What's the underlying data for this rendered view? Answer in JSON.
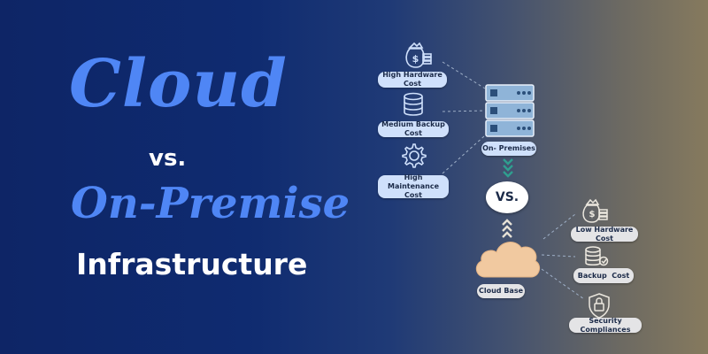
{
  "headline": {
    "cloud": "Cloud",
    "vs": "vs.",
    "on_premise": "On-Premise",
    "infrastructure": "Infrastructure"
  },
  "diagram": {
    "vs_bubble": "VS.",
    "on_premises": {
      "label": "On- Premises",
      "items": [
        {
          "label": "High Hardware Cost",
          "icon": "money-bag-icon"
        },
        {
          "label": "Medium Backup Cost",
          "icon": "database-icon"
        },
        {
          "label": "High Maintenance\nCost",
          "icon": "gear-icon"
        }
      ]
    },
    "cloud": {
      "label": "Cloud Base",
      "items": [
        {
          "label": "Low Hardware Cost",
          "icon": "money-bag-icon"
        },
        {
          "label": "Backup  Cost",
          "icon": "database-icon"
        },
        {
          "label": "Security Compliances",
          "icon": "lock-shield-icon"
        }
      ]
    }
  },
  "colors": {
    "title_blue": "#4f86f5",
    "chip_blue": "#cfe0fb",
    "chip_grey": "#e4e4e6",
    "cloud_fill": "#f1c9a0",
    "server_fill": "#8fb4d8",
    "arrow_teal": "#2f9e8f"
  }
}
